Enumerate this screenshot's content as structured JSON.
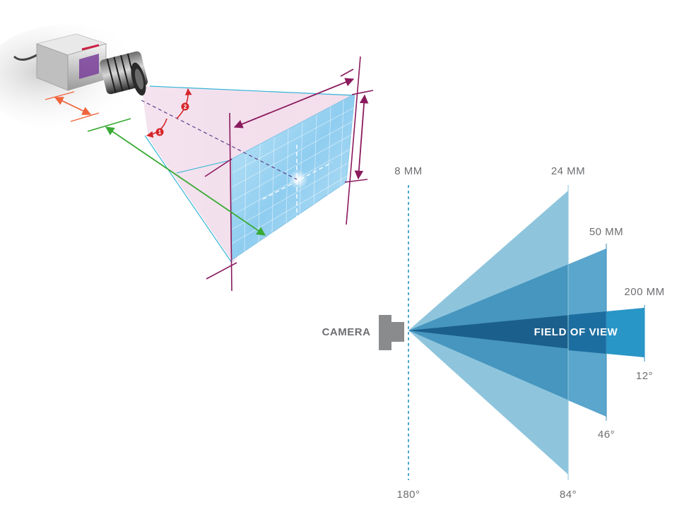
{
  "lenses": [
    {
      "focal": "8 MM",
      "angle": "180°"
    },
    {
      "focal": "24 MM",
      "angle": "84°"
    },
    {
      "focal": "50 MM",
      "angle": "46°"
    },
    {
      "focal": "200 MM",
      "angle": "12°"
    }
  ],
  "labels": {
    "camera": "CAMERA",
    "field_of_view": "FIELD OF VIEW"
  },
  "step_markers": [
    "1",
    "2"
  ],
  "colors": {
    "fov_light": "#8ec5dd",
    "fov_mid": "#3a8dba",
    "fov_dark": "#1b5f8c",
    "fov_narrow": "#2896c6",
    "dashed_line": "#3aa0c8",
    "label_gray": "#6d6e71",
    "camera_gray": "#8a8b8d",
    "magenta": "#8a1a5e",
    "green": "#3aaa35",
    "orange": "#f0643c",
    "red": "#d6262b",
    "cyan": "#35b6d6"
  }
}
